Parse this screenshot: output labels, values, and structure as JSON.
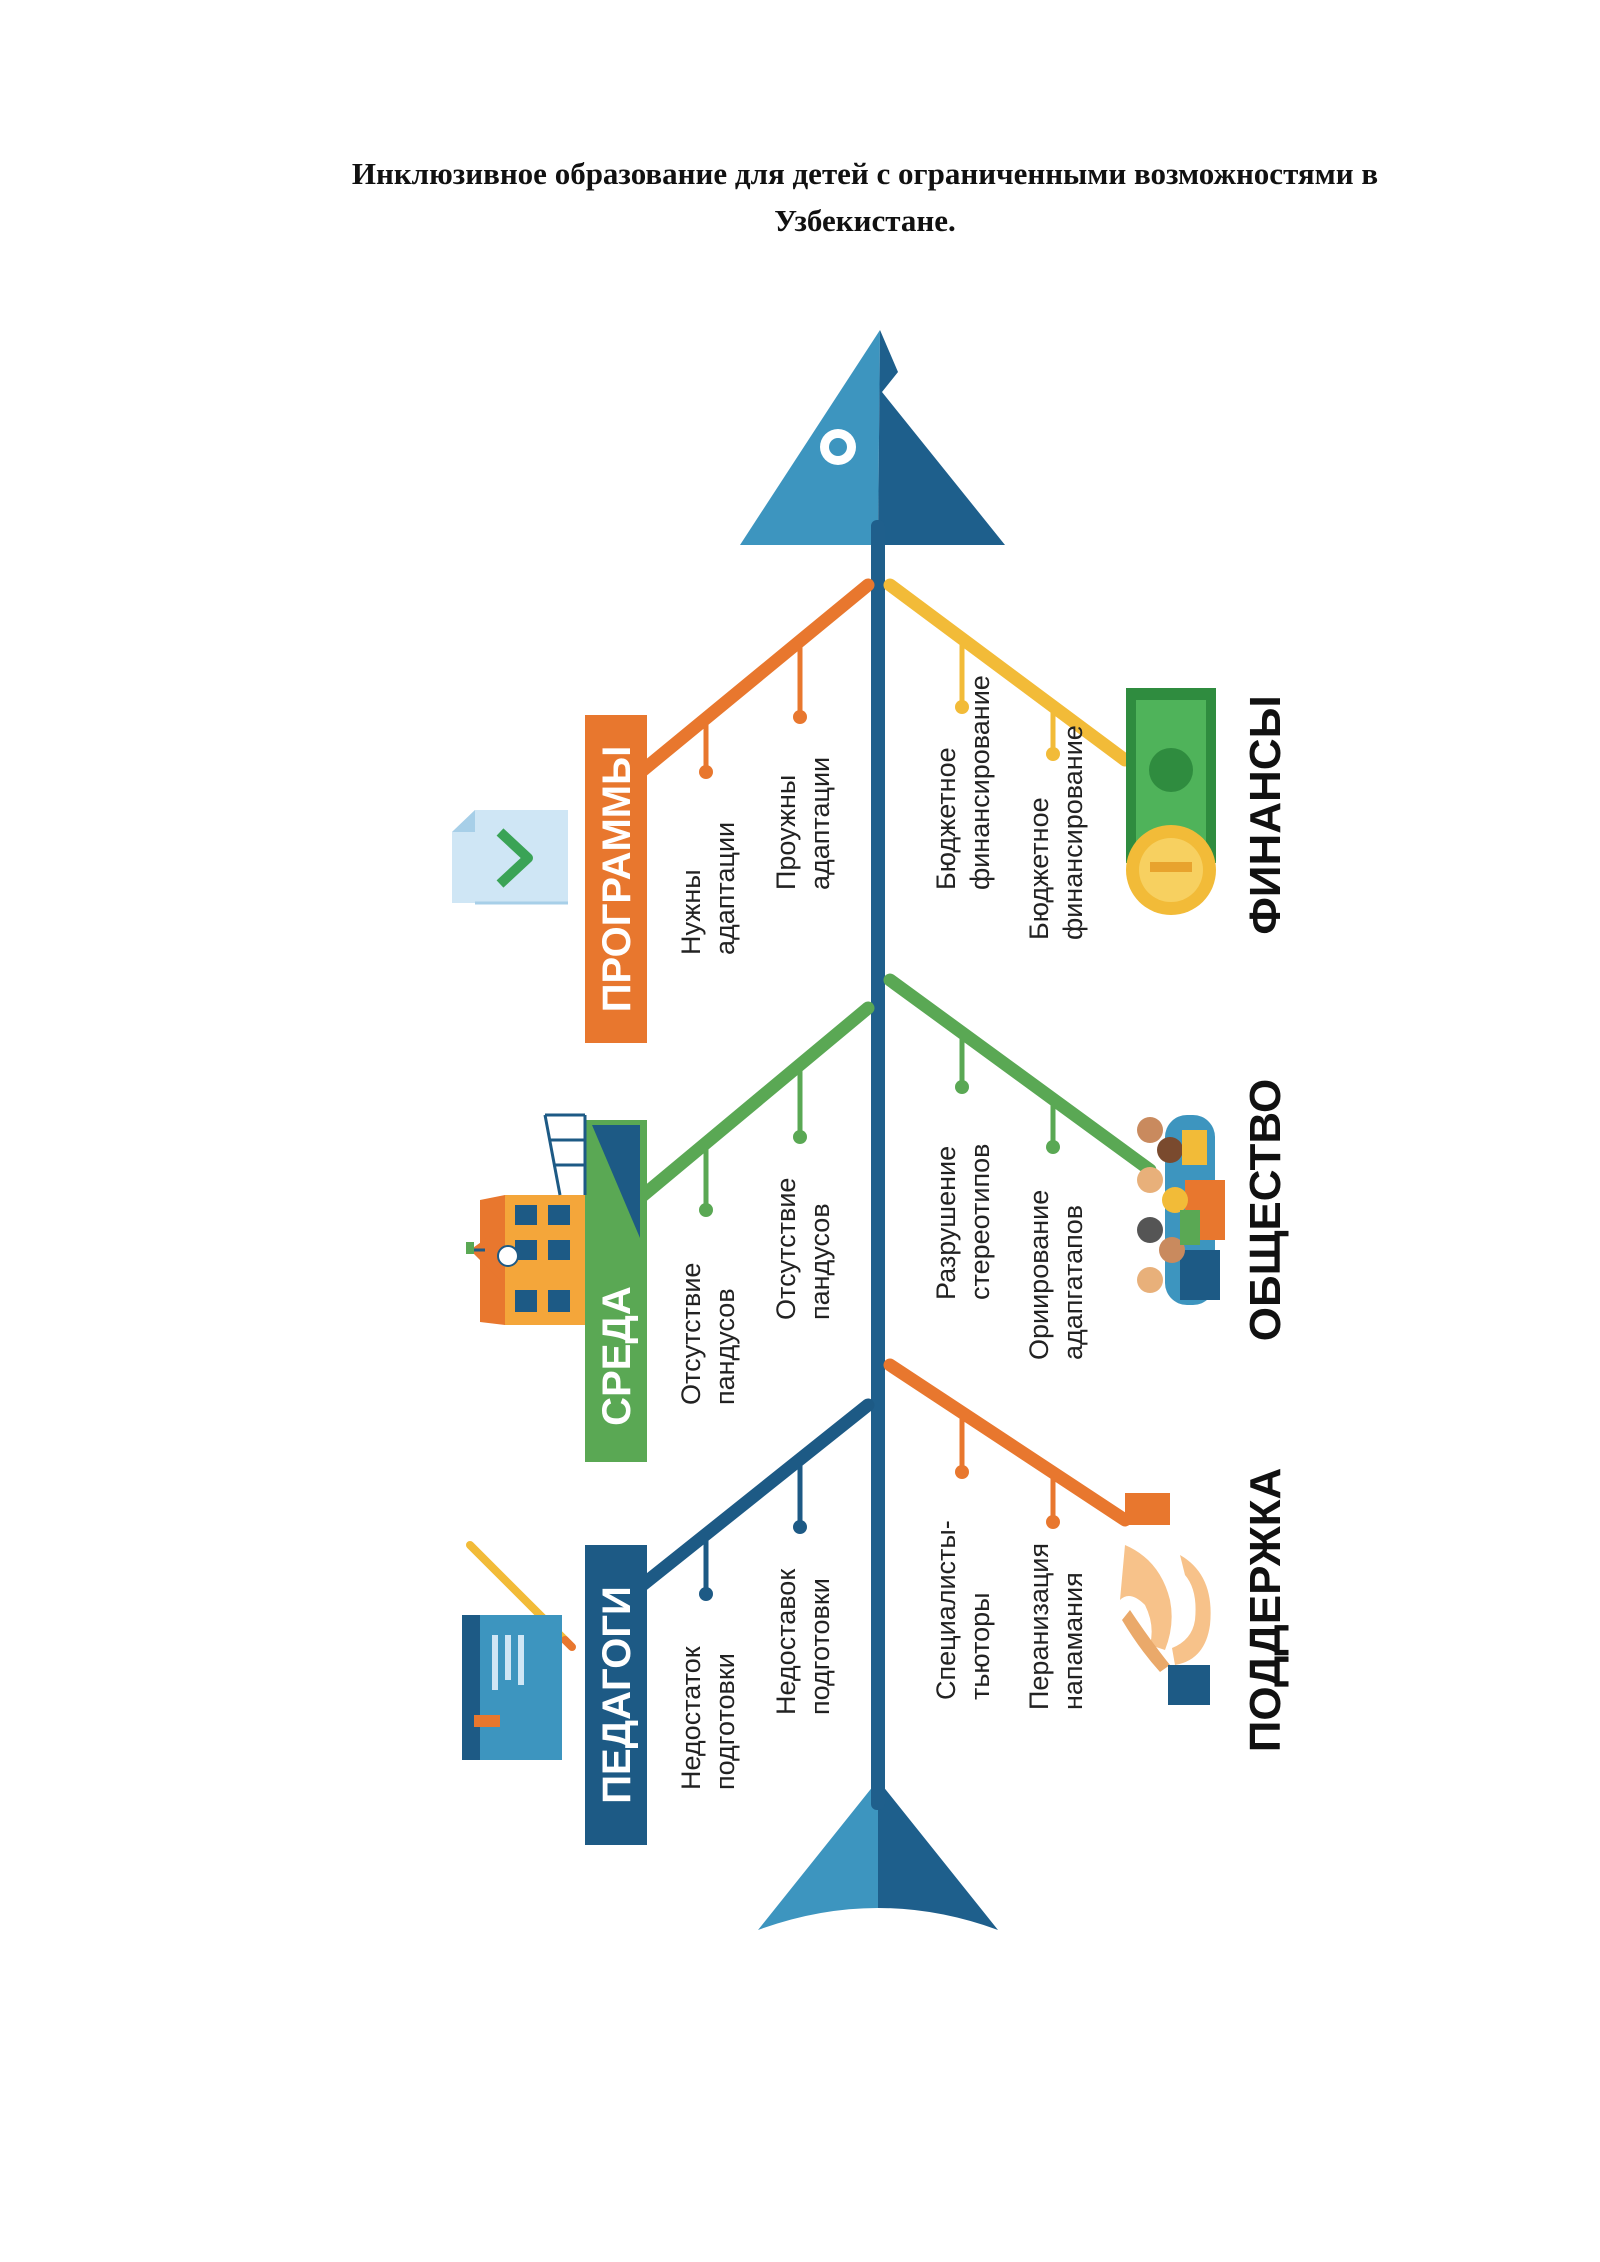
{
  "title": {
    "line1": "Инклюзивное образование для детей с ограниченными возможностями в",
    "line2": "Узбекистане."
  },
  "colors": {
    "spine": "#1f5f8c",
    "head_light": "#3d95bf",
    "head_dark": "#1e5f8c",
    "programs": "#e8772e",
    "environment": "#5aa854",
    "teachers": "#1d5a85",
    "finance": "#f2bb38",
    "society": "#5aa854",
    "support": "#e8772e"
  },
  "categories": {
    "programs": {
      "label": "ПРОГРАММЫ",
      "icon": "document-icon",
      "causes": [
        [
          "Нужны",
          "адаптации"
        ],
        [
          "Проужны",
          "адаптации"
        ]
      ]
    },
    "environment": {
      "label": "СРЕДА",
      "icon": "school-building-icon",
      "causes": [
        [
          "Отсутствие",
          "пандусов"
        ],
        [
          "Отсутствие",
          "пандусов"
        ]
      ]
    },
    "teachers": {
      "label": "ПЕДАГОГИ",
      "icon": "book-pencil-icon",
      "causes": [
        [
          "Недостаток",
          "подготовки"
        ],
        [
          "Недоставок",
          "подготовки"
        ]
      ]
    },
    "finance": {
      "label": "ФИНАНСЫ",
      "icon": "money-coin-icon",
      "causes": [
        [
          "Бюджетное",
          "финансирование"
        ],
        [
          "Бюджетное",
          "финансирование"
        ]
      ]
    },
    "society": {
      "label": "ОБЩЕСТВО",
      "icon": "people-group-icon",
      "causes": [
        [
          "Разрушение",
          "стереотипов"
        ],
        [
          "Ориирование",
          "адапгатапов"
        ]
      ]
    },
    "support": {
      "label": "ПОДДЕРЖКА",
      "icon": "helping-hands-icon",
      "causes": [
        [
          "Специалисты-",
          "тьюторы"
        ],
        [
          "Перанизация",
          "напамания"
        ]
      ]
    }
  }
}
